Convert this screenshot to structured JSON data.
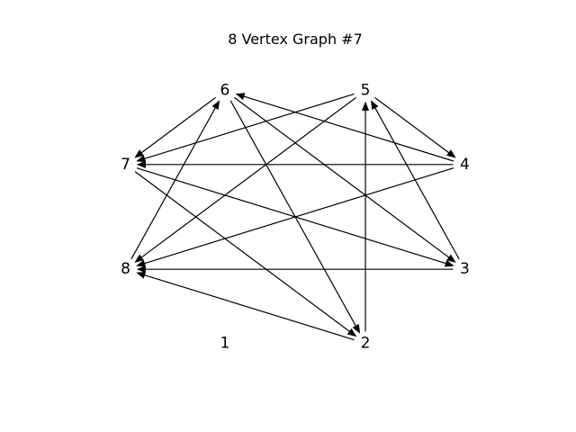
{
  "title": "8 Vertex Graph #7",
  "directed": true,
  "nodes": [
    {
      "id": "1",
      "label": "1"
    },
    {
      "id": "2",
      "label": "2"
    },
    {
      "id": "3",
      "label": "3"
    },
    {
      "id": "4",
      "label": "4"
    },
    {
      "id": "5",
      "label": "5"
    },
    {
      "id": "6",
      "label": "6"
    },
    {
      "id": "7",
      "label": "7"
    },
    {
      "id": "8",
      "label": "8"
    }
  ],
  "edges": [
    {
      "from": "2",
      "to": "5"
    },
    {
      "from": "2",
      "to": "8"
    },
    {
      "from": "3",
      "to": "5"
    },
    {
      "from": "3",
      "to": "8"
    },
    {
      "from": "4",
      "to": "6"
    },
    {
      "from": "4",
      "to": "7"
    },
    {
      "from": "4",
      "to": "8"
    },
    {
      "from": "5",
      "to": "4"
    },
    {
      "from": "5",
      "to": "7"
    },
    {
      "from": "5",
      "to": "8"
    },
    {
      "from": "6",
      "to": "2"
    },
    {
      "from": "6",
      "to": "3"
    },
    {
      "from": "6",
      "to": "7"
    },
    {
      "from": "7",
      "to": "2"
    },
    {
      "from": "7",
      "to": "3"
    },
    {
      "from": "8",
      "to": "6"
    }
  ]
}
